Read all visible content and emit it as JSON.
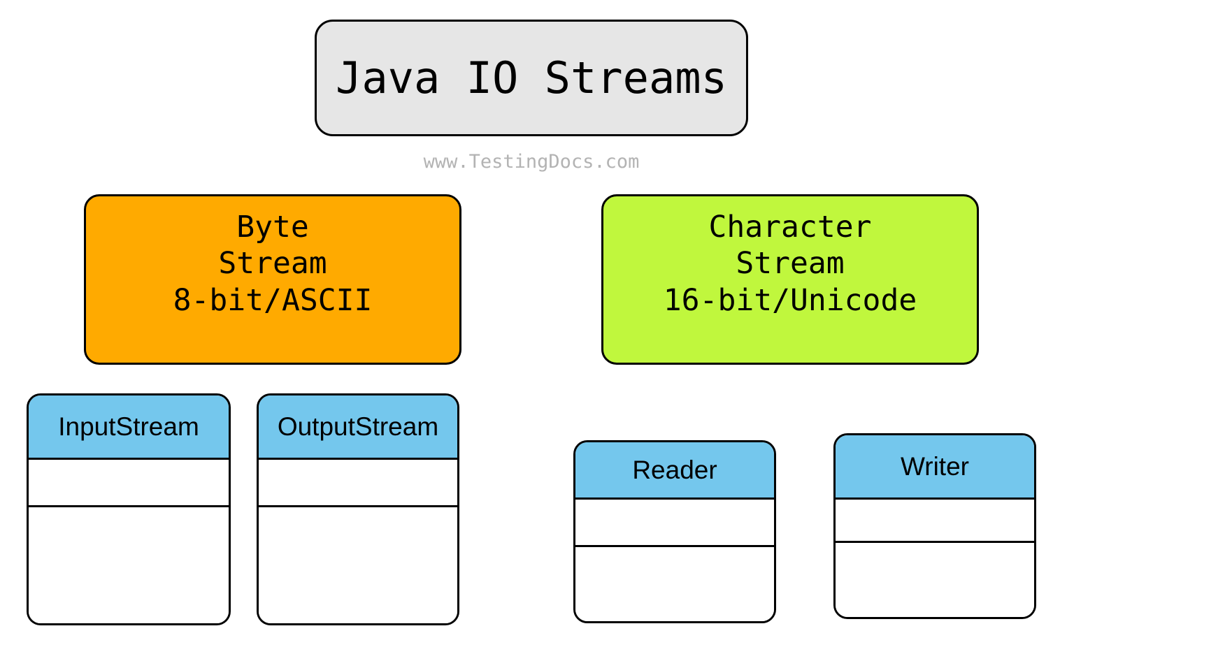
{
  "diagram": {
    "title": "Java IO Streams",
    "watermark": "www.TestingDocs.com",
    "colors": {
      "title_background": "#E6E6E6",
      "byte_stream": "#FFAA00",
      "character_stream": "#C0F73D",
      "class_header": "#74C7ED",
      "outline": "#000000",
      "watermark_text": "#B3B3B3",
      "canvas": "#FFFFFF"
    },
    "categories": [
      {
        "id": "byte-stream",
        "lines": [
          "Byte",
          "Stream",
          "8-bit/ASCII"
        ],
        "color": "#FFAA00"
      },
      {
        "id": "character-stream",
        "lines": [
          "Character",
          "Stream",
          "16-bit/Unicode"
        ],
        "color": "#C0F73D"
      }
    ],
    "classes": [
      {
        "id": "inputstream",
        "name": "InputStream",
        "compartments": [
          "",
          ""
        ]
      },
      {
        "id": "outputstream",
        "name": "OutputStream",
        "compartments": [
          "",
          ""
        ]
      },
      {
        "id": "reader",
        "name": "Reader",
        "compartments": [
          "",
          ""
        ]
      },
      {
        "id": "writer",
        "name": "Writer",
        "compartments": [
          "",
          ""
        ]
      }
    ]
  }
}
